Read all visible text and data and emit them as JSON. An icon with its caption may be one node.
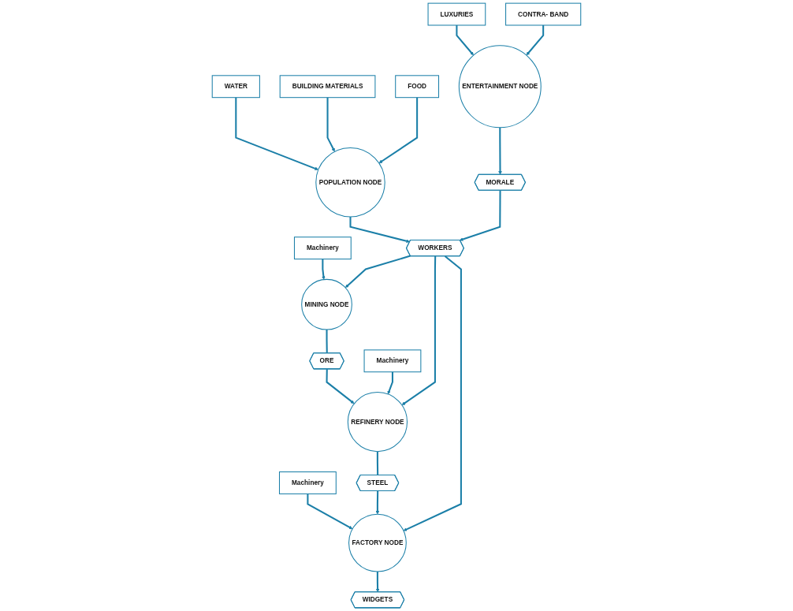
{
  "diagram": {
    "nodes": [
      {
        "text": [
          "WATER"
        ]
      },
      {
        "text": [
          "POPULATION NODE"
        ]
      },
      {
        "text": [
          "BUILDING MATERIALS"
        ]
      },
      {
        "text": [
          "FOOD"
        ]
      },
      {
        "text": [
          "LUXURIES"
        ]
      },
      {
        "text": [
          "Machinery"
        ]
      },
      {
        "text": [
          "MINING NODE"
        ]
      },
      {
        "text": [
          "MORALE"
        ]
      },
      {
        "text": [
          "ENTERTAINMENT NODE"
        ]
      },
      {
        "text": [
          "ORE"
        ]
      },
      {
        "text": [
          "WORKERS"
        ]
      },
      {
        "text": [
          "CONTRA- BAND"
        ]
      },
      {
        "text": [
          "Machinery"
        ]
      },
      {
        "text": [
          "Machinery"
        ]
      },
      {
        "text": [
          "REFINERY NODE"
        ]
      },
      {
        "text": [
          "STEEL"
        ]
      },
      {
        "text": [
          "FACTORY NODE"
        ]
      },
      {
        "text": [
          "WIDGETS"
        ]
      }
    ],
    "edges": [
      {
        "from": 0,
        "to": 1,
        "arrow": "to"
      },
      {
        "from": 2,
        "to": 1,
        "arrow": "to"
      },
      {
        "from": 3,
        "to": 1,
        "arrow": "to"
      },
      {
        "from": 4,
        "to": 8,
        "arrow": "to"
      },
      {
        "from": 5,
        "to": 6,
        "arrow": "to"
      },
      {
        "from": 8,
        "to": 7,
        "arrow": "to"
      },
      {
        "from": 1,
        "to": 10,
        "arrow": "to"
      },
      {
        "from": 7,
        "to": 10,
        "arrow": "to"
      },
      {
        "from": 10,
        "to": 6,
        "arrow": "to"
      },
      {
        "from": 6,
        "to": 9,
        "arrow": "none"
      },
      {
        "from": 9,
        "to": 14,
        "arrow": "to"
      },
      {
        "from": 10,
        "to": 14,
        "arrow": "to"
      },
      {
        "from": 10,
        "to": 16,
        "arrow": "to"
      },
      {
        "from": 12,
        "to": 16,
        "arrow": "to"
      },
      {
        "from": 11,
        "to": 8,
        "arrow": "to"
      },
      {
        "from": 13,
        "to": 14,
        "arrow": "to"
      },
      {
        "from": 14,
        "to": 15,
        "arrow": "none"
      },
      {
        "from": 15,
        "to": 16,
        "arrow": "to"
      },
      {
        "from": 16,
        "to": 17,
        "arrow": "to"
      }
    ]
  }
}
